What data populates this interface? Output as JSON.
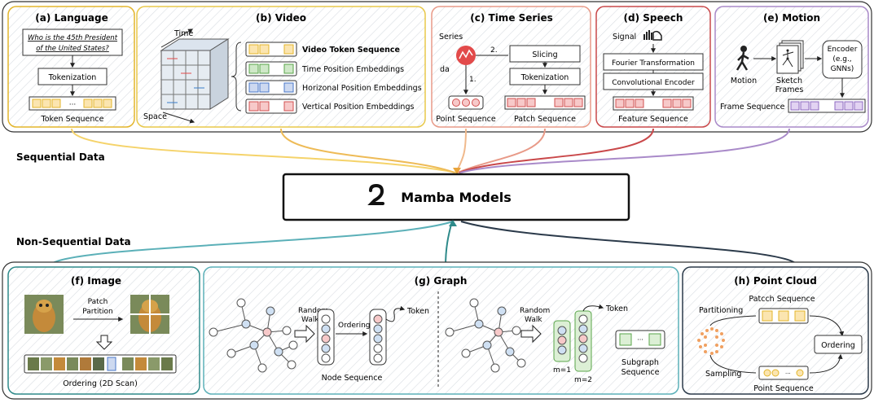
{
  "colors": {
    "language": "#e3b52b",
    "video": "#e8c84a",
    "timeseries": "#e89a88",
    "speech": "#c9484a",
    "motion": "#a98ac9",
    "image": "#2e8a8a",
    "graph": "#5bb0b8",
    "pointcloud": "#2b3a4a",
    "snake_red": "#e24a4a"
  },
  "sections": {
    "sequential_label": "Sequential Data",
    "nonsequential_label": "Non-Sequential Data",
    "center_title": "Mamba Models"
  },
  "language": {
    "title": "(a) Language",
    "question": [
      "Who is the 45th President",
      "of the United States?"
    ],
    "tokenization": "Tokenization",
    "token_sequence": "Token Sequence",
    "ellipsis": "···"
  },
  "video": {
    "title": "(b) Video",
    "axis_time": "Time",
    "axis_space": "Space",
    "legend": [
      "Video Token Sequence",
      "Time Position Embeddings",
      "Horizonal Position Embeddings",
      "Vertical Position Embeddings"
    ]
  },
  "timeseries": {
    "title": "(c) Time Series",
    "series": "Series",
    "data": "da",
    "step1": "1.",
    "step2": "2.",
    "slicing": "Slicing",
    "tokenization": "Tokenization",
    "point_sequence": "Point Sequence",
    "patch_sequence": "Patch Sequence"
  },
  "speech": {
    "title": "(d) Speech",
    "signal": "Signal",
    "fourier": "Fourier Transformation",
    "conv": "Convolutional Encoder",
    "feature_sequence": "Feature Sequence"
  },
  "motion": {
    "title": "(e) Motion",
    "motion": "Motion",
    "sketch": [
      "Sketch",
      "Frames"
    ],
    "encoder": [
      "Encoder",
      "(e.g.,",
      "GNNs)"
    ],
    "frame_sequence": "Frame Sequence"
  },
  "image": {
    "title": "(f) Image",
    "patch_partition": [
      "Patch",
      "Partition"
    ],
    "ordering": "Ordering (2D Scan)"
  },
  "graph": {
    "title": "(g) Graph",
    "random_walk": [
      "Random",
      "Walk"
    ],
    "ordering": "Ordering",
    "token": "Token",
    "node_sequence": "Node Sequence",
    "m1": "m=1",
    "m2": "m=2",
    "subgraph": [
      "Subgraph",
      "Sequence"
    ]
  },
  "pointcloud": {
    "title": "(h) Point Cloud",
    "patch_sequence": "Patcch Sequence",
    "partitioning": "Partitioning",
    "ordering": "Ordering",
    "sampling": "Sampling",
    "point_sequence": "Point Sequence"
  }
}
